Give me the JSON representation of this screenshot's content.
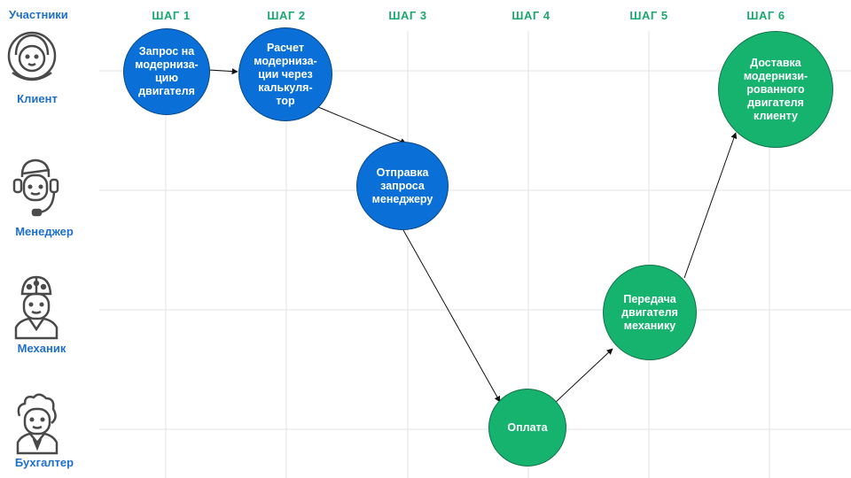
{
  "header": {
    "participants": "Участники"
  },
  "steps": [
    "ШАГ 1",
    "ШАГ 2",
    "ШАГ 3",
    "ШАГ 4",
    "ШАГ 5",
    "ШАГ 6"
  ],
  "actors": [
    {
      "label": "Клиент",
      "icon": "client-icon"
    },
    {
      "label": "Менеджер",
      "icon": "manager-headset-icon"
    },
    {
      "label": "Механик",
      "icon": "mechanic-helmet-icon"
    },
    {
      "label": "Бухгалтер",
      "icon": "accountant-icon"
    }
  ],
  "nodes": [
    {
      "text": "Запрос на\nмодерниза-\nцию\nдвигателя",
      "color": "#0a6fd6",
      "step": "ШАГ 1",
      "actor": "Клиент"
    },
    {
      "text": "Расчет\nмодерниза-\nции через\nкалькуля-\nтор",
      "color": "#0a6fd6",
      "step": "ШАГ 2",
      "actor": "Клиент"
    },
    {
      "text": "Отправка\nзапроса\nменеджеру",
      "color": "#0a6fd6",
      "step": "ШАГ 3",
      "actor": "Менеджер"
    },
    {
      "text": "Оплата",
      "color": "#16b36e",
      "step": "ШАГ 4",
      "actor": "Бухгалтер"
    },
    {
      "text": "Передача\nдвигателя\nмеханику",
      "color": "#16b36e",
      "step": "ШАГ 5",
      "actor": "Механик"
    },
    {
      "text": "Доставка\nмодернизи-\nрованного\nдвигателя\nклиенту",
      "color": "#16b36e",
      "step": "ШАГ 6",
      "actor": "Клиент"
    }
  ],
  "colors": {
    "header_blue": "#1f6fcf",
    "step_green": "#1aa870",
    "node_blue": "#0a6fd6",
    "node_green": "#16b36e"
  }
}
